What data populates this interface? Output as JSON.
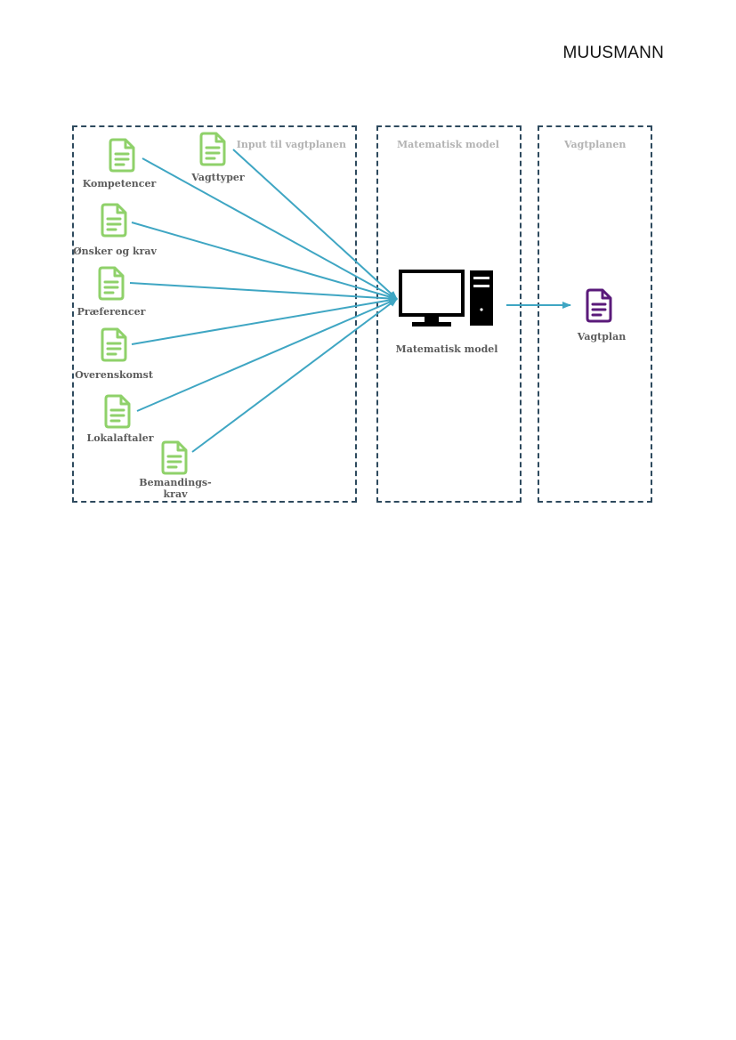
{
  "brand": "MUUSMANN",
  "panels": {
    "input_title": "Input til vagtplanen",
    "model_title": "Matematisk model",
    "plan_title": "Vagtplanen"
  },
  "inputs": [
    {
      "label": "Kompetencer"
    },
    {
      "label": "Vagttyper"
    },
    {
      "label": "Ønsker og krav"
    },
    {
      "label": "Præferencer"
    },
    {
      "label": "Overenskomst"
    },
    {
      "label": "Lokalaftaler"
    },
    {
      "label_line1": "Bemandings-",
      "label_line2": "krav"
    }
  ],
  "model_label": "Matematisk model",
  "output_label": "Vagtplan",
  "colors": {
    "input_icon": "#8fd16a",
    "output_icon": "#5a1a7a",
    "arrow": "#3fa6c3",
    "panel_border": "#2e4a5e",
    "panel_title": "#b3b3b3"
  },
  "icons": {
    "input": "document-icon",
    "model": "computer-icon",
    "output": "document-icon"
  }
}
